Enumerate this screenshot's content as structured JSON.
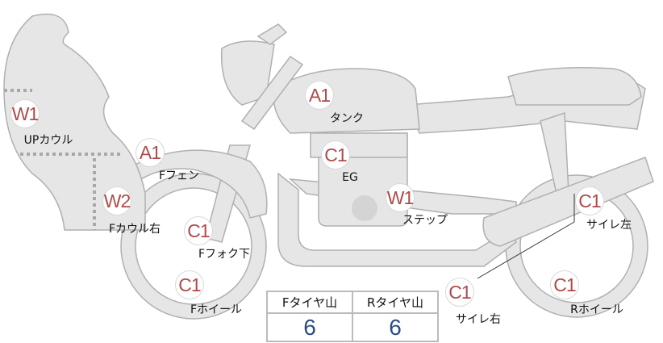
{
  "markers": [
    {
      "code": "W1",
      "label": "UPカウル"
    },
    {
      "code": "A1",
      "label": "Fフェン"
    },
    {
      "code": "W2",
      "label": "Fカウル右"
    },
    {
      "code": "C1",
      "label": "Fフォク下"
    },
    {
      "code": "C1",
      "label": "Fホイール"
    },
    {
      "code": "A1",
      "label": "タンク"
    },
    {
      "code": "C1",
      "label": "EG"
    },
    {
      "code": "W1",
      "label": "ステップ"
    },
    {
      "code": "C1",
      "label": "サイレ左"
    },
    {
      "code": "C1",
      "label": "サイレ右"
    },
    {
      "code": "C1",
      "label": "Rホイール"
    }
  ],
  "tire_table": {
    "headers": [
      "Fタイヤ山",
      "Rタイヤ山"
    ],
    "values": [
      "6",
      "6"
    ]
  },
  "colors": {
    "body": "#e6e6e6",
    "outline": "#b0b0b0",
    "marker_text": "#b04a4a",
    "value_text": "#2c4a86"
  }
}
